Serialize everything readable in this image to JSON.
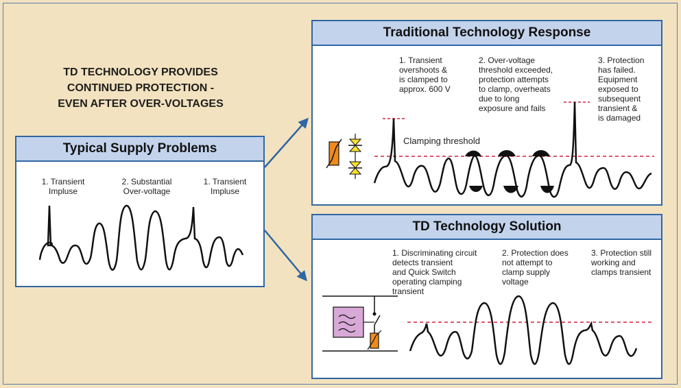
{
  "headline": {
    "line1": "TD TECHNOLOGY PROVIDES",
    "line2": "CONTINUED PROTECTION -",
    "line3": "EVEN AFTER OVER-VOLTAGES"
  },
  "panels": {
    "supply": {
      "title": "Typical Supply Problems",
      "notes": [
        "1. Transient\nImpluse",
        "2. Substantial\nOver-voltage",
        "1. Transient\nImpluse"
      ]
    },
    "traditional": {
      "title": "Traditional Technology Response",
      "notes": [
        "1. Transient\novershoots &\nis clamped to\napprox. 600 V",
        "2. Over-voltage\nthreshold exceeded,\nprotection attempts\nto clamp, overheats\ndue to long\nexposure and fails",
        "3. Protection\nhas failed.\nEquipment\nexposed to\nsubsequent\ntransient &\nis damaged"
      ],
      "threshold_label": "Clamping threshold"
    },
    "td": {
      "title": "TD Technology Solution",
      "notes": [
        "1. Discriminating circuit\ndetects transient\nand Quick Switch\noperating clamping\ntransient",
        "2. Protection does\nnot attempt to\nclamp supply\nvoltage",
        "3. Protection still\nworking and\nclamps transient"
      ]
    }
  },
  "colors": {
    "accent": "#2f66a3",
    "threshold": "#d0203a",
    "varistor": "#f08a1c",
    "diode": "#f6e12a",
    "filter": "#d8a8d6",
    "background": "#f3e2bf"
  }
}
